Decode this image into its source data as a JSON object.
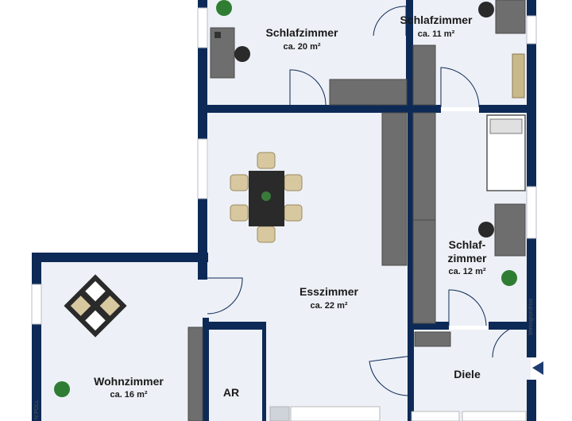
{
  "floorplan": {
    "colors": {
      "wall": "#0d2a57",
      "floor": "#edf0f6",
      "furniture": "#6e6e6e",
      "accent": "#1e3c72"
    },
    "rooms": [
      {
        "id": "schlafzimmer-1",
        "name": "Schlafzimmer",
        "area": "ca. 20 m²"
      },
      {
        "id": "schlafzimmer-2",
        "name": "Schlafzimmer",
        "area": "ca. 11 m²"
      },
      {
        "id": "schlafzimmer-3",
        "name_line1": "Schlaf-",
        "name_line2": "zimmer",
        "area": "ca. 12 m²"
      },
      {
        "id": "esszimmer",
        "name": "Esszimmer",
        "area": "ca. 22 m²"
      },
      {
        "id": "wohnzimmer",
        "name": "Wohnzimmer",
        "area": "ca. 16 m²"
      },
      {
        "id": "ar",
        "name": "AR"
      },
      {
        "id": "diele",
        "name": "Diele"
      }
    ],
    "side_label": "Immogrundriss",
    "corner_label": "N POLL",
    "entrance_icon": "entrance-arrow-icon"
  }
}
